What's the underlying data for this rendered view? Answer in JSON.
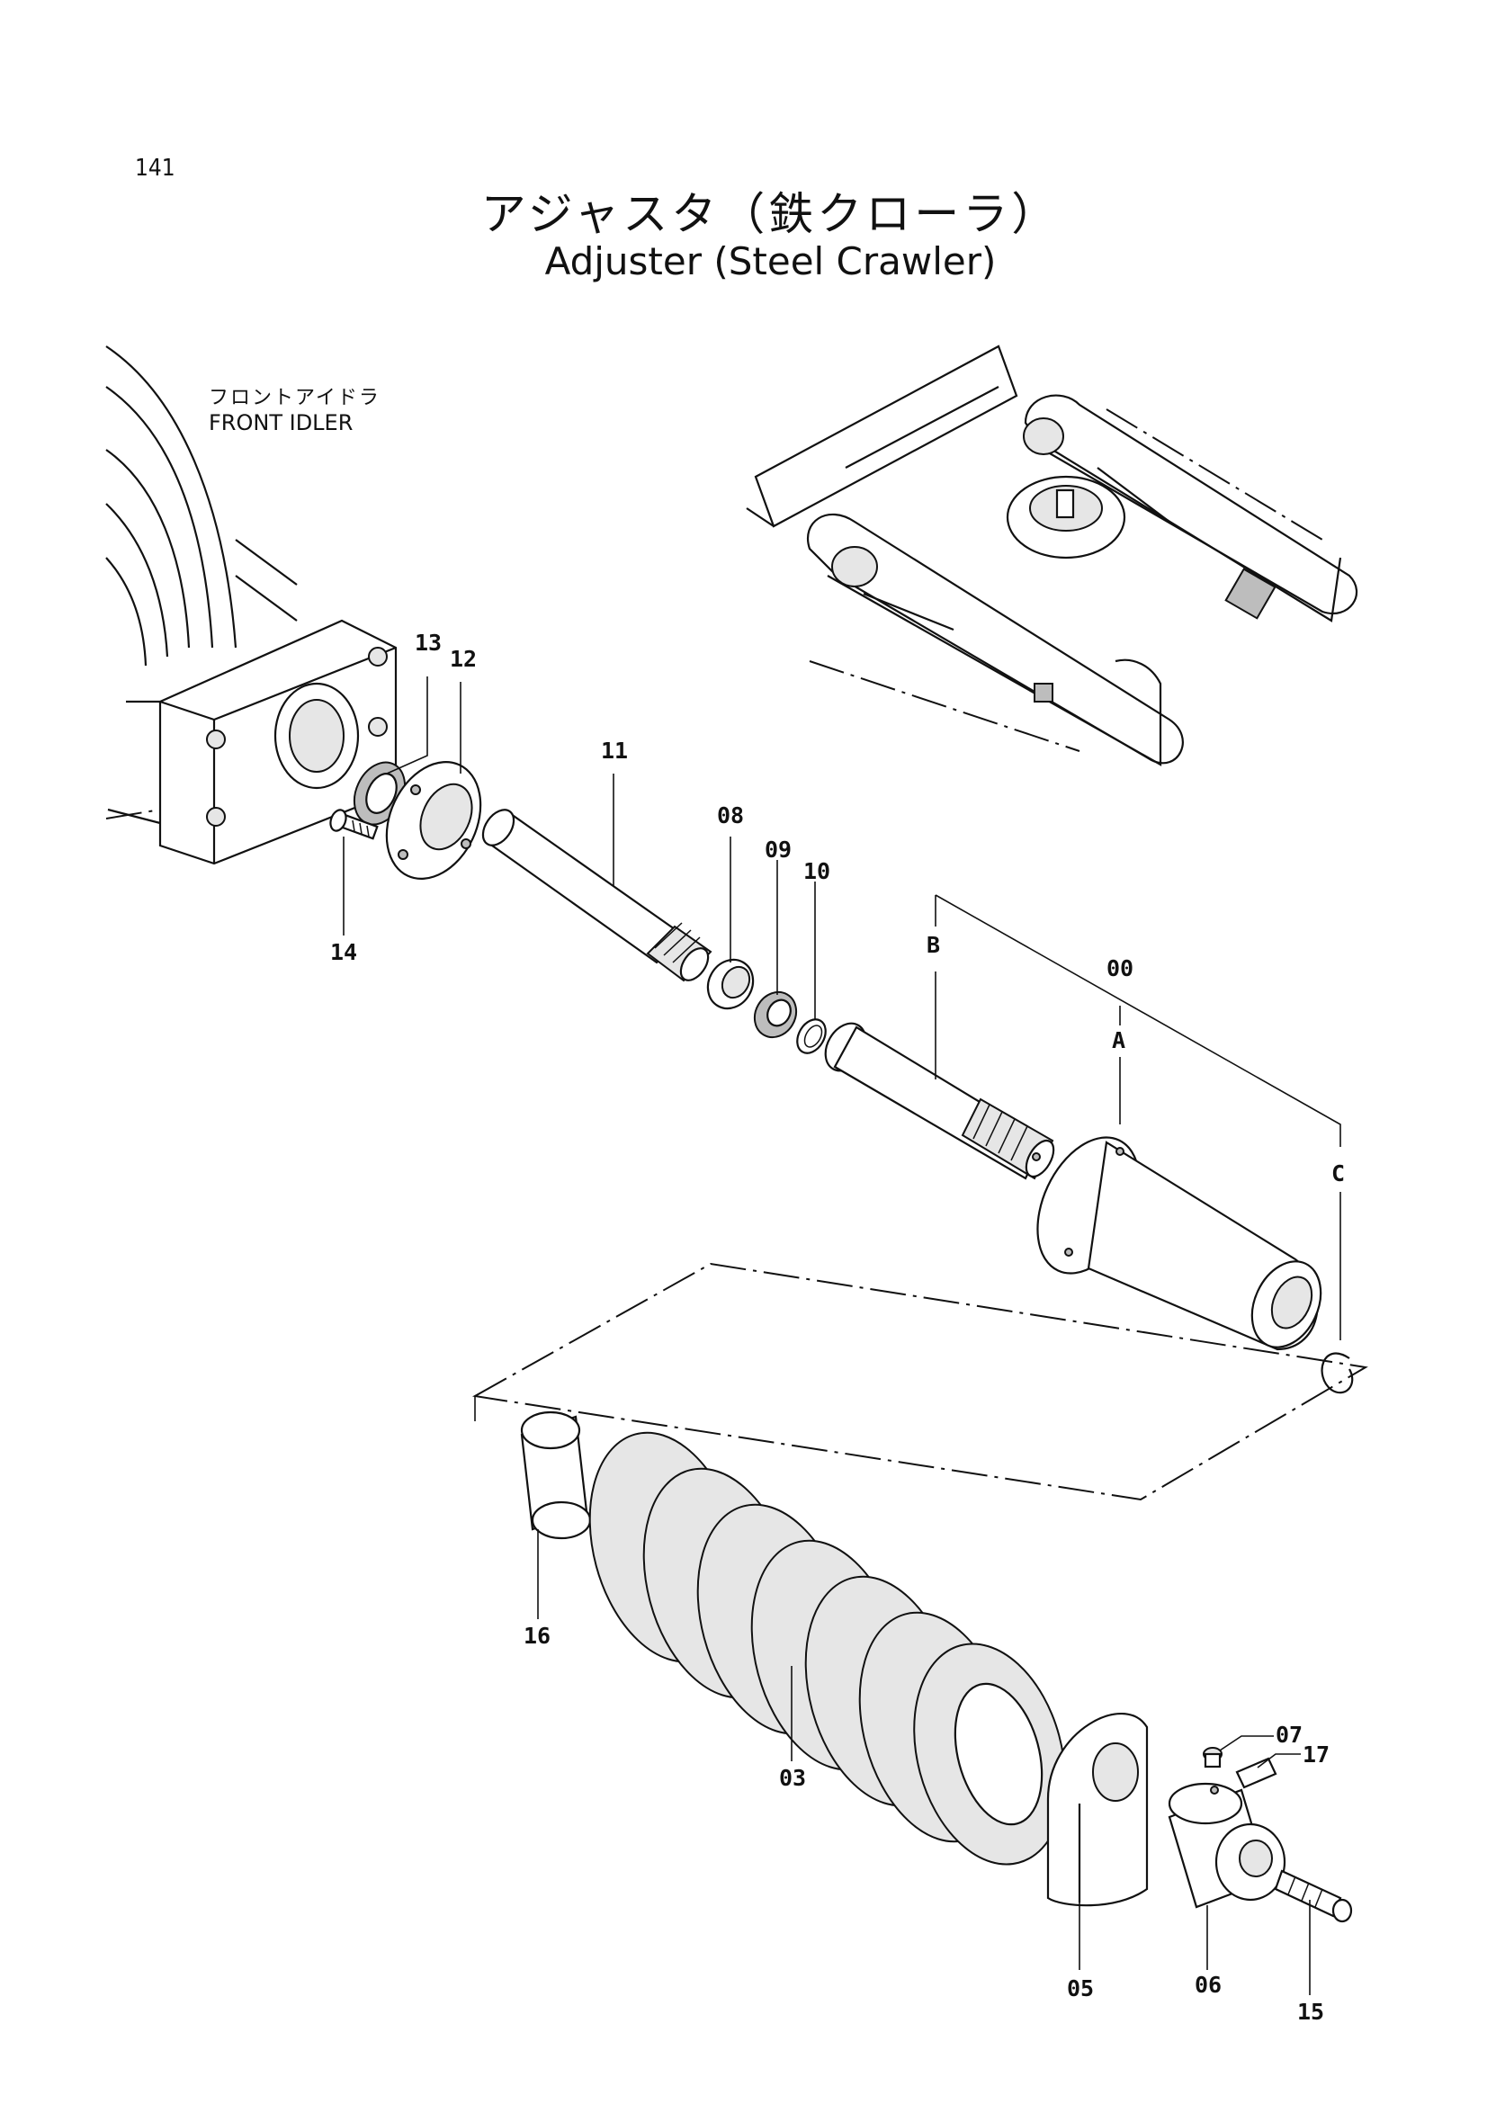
{
  "page_number": "141",
  "title_jp": "アジャスタ（鉄クローラ）",
  "title_en": "Adjuster (Steel Crawler)",
  "reference": {
    "label_jp": "フロントアイドラ",
    "label_en": "FRONT IDLER"
  },
  "callouts": {
    "p00": "00",
    "p03": "03",
    "p05": "05",
    "p06": "06",
    "p07": "07",
    "p08": "08",
    "p09": "09",
    "p10": "10",
    "p11": "11",
    "p12": "12",
    "p13": "13",
    "p14": "14",
    "p15": "15",
    "p16": "16",
    "p17": "17",
    "sub_a": "A",
    "sub_b": "B",
    "sub_c": "C"
  }
}
